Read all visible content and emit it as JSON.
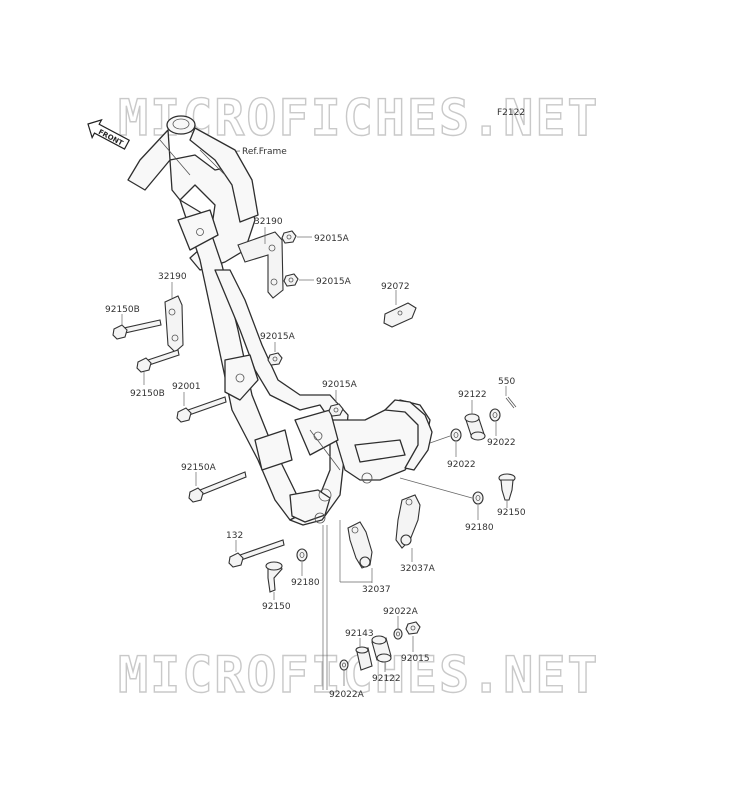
{
  "diagram": {
    "code": "F2122",
    "front_label": "FRONT",
    "ref_label": "Ref.Frame",
    "watermark": "MICROFICHES.NET"
  },
  "labels": {
    "l32190a": "32190",
    "l32190b": "32190",
    "l92015a1": "92015A",
    "l92015a2": "92015A",
    "l92015a3": "92015A",
    "l92015a4": "92015A",
    "l92150b1": "92150B",
    "l92150b2": "92150B",
    "l92001": "92001",
    "l92072": "92072",
    "l550": "550",
    "l92122a": "92122",
    "l92022a": "92022",
    "l92022b": "92022",
    "l92150a": "92150A",
    "l92150a2": "92150",
    "l92180a": "92180",
    "l132": "132",
    "l92180b": "92180",
    "l92150c": "92150",
    "l32037": "32037",
    "l32037a": "32037A",
    "l92022a1": "92022A",
    "l92143": "92143",
    "l92015": "92015",
    "l92122b": "92122",
    "l92022a2": "92022A"
  }
}
